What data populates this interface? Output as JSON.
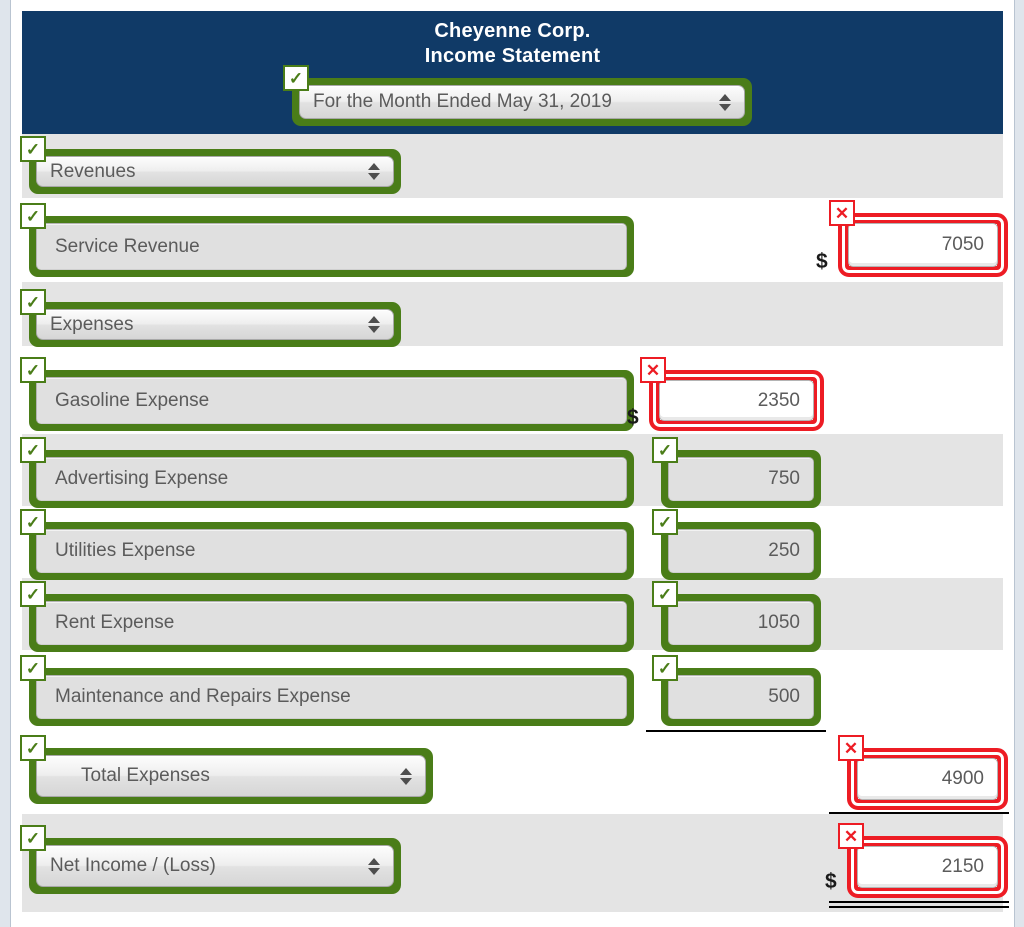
{
  "document": {
    "company": "Cheyenne Corp.",
    "statement_title": "Income Statement",
    "period_selector": {
      "value": "For the Month Ended May 31, 2019",
      "status": "correct",
      "control": "select"
    }
  },
  "currency_symbol": "$",
  "status_glyphs": {
    "correct": "✓",
    "incorrect": "✕"
  },
  "sections": [
    {
      "id": "revenues",
      "header": {
        "label": "Revenues",
        "status": "correct",
        "control": "select"
      },
      "lines": [
        {
          "id": "service-revenue",
          "label": "Service Revenue",
          "label_status": "correct",
          "amount": "7050",
          "amount_status": "incorrect",
          "amount_column": "outer",
          "show_dollar": true
        }
      ]
    },
    {
      "id": "expenses",
      "header": {
        "label": "Expenses",
        "status": "correct",
        "control": "select"
      },
      "lines": [
        {
          "id": "gasoline-expense",
          "label": "Gasoline Expense",
          "label_status": "correct",
          "amount": "2350",
          "amount_status": "incorrect",
          "amount_column": "inner",
          "show_dollar": true
        },
        {
          "id": "advertising-expense",
          "label": "Advertising Expense",
          "label_status": "correct",
          "amount": "750",
          "amount_status": "correct",
          "amount_column": "inner",
          "show_dollar": false
        },
        {
          "id": "utilities-expense",
          "label": "Utilities Expense",
          "label_status": "correct",
          "amount": "250",
          "amount_status": "correct",
          "amount_column": "inner",
          "show_dollar": false
        },
        {
          "id": "rent-expense",
          "label": "Rent Expense",
          "label_status": "correct",
          "amount": "1050",
          "amount_status": "correct",
          "amount_column": "inner",
          "show_dollar": false
        },
        {
          "id": "maintenance-and-repairs-expense",
          "label": "Maintenance and Repairs Expense",
          "label_status": "correct",
          "amount": "500",
          "amount_status": "correct",
          "amount_column": "inner",
          "show_dollar": false
        }
      ]
    }
  ],
  "totals": [
    {
      "id": "total-expenses",
      "label": "Total Expenses",
      "label_status": "correct",
      "control": "select",
      "amount": "4900",
      "amount_status": "incorrect",
      "amount_column": "outer",
      "show_dollar": false,
      "rule_above": "single"
    },
    {
      "id": "net-income-loss",
      "label": "Net Income / (Loss)",
      "label_status": "correct",
      "control": "select",
      "amount": "2150",
      "amount_status": "incorrect",
      "amount_column": "outer",
      "show_dollar": true,
      "rule_above": "single",
      "rule_below": "double"
    }
  ],
  "colors": {
    "header_background": "#103a67",
    "header_text": "#ffffff",
    "correct_border": "#4a7d18",
    "incorrect_border": "#ed1c24",
    "row_band": "#e4e4e4",
    "field_face": "#e0e0e0",
    "field_text": "#5b5b5b",
    "page_edge": "#dfe5ec"
  }
}
